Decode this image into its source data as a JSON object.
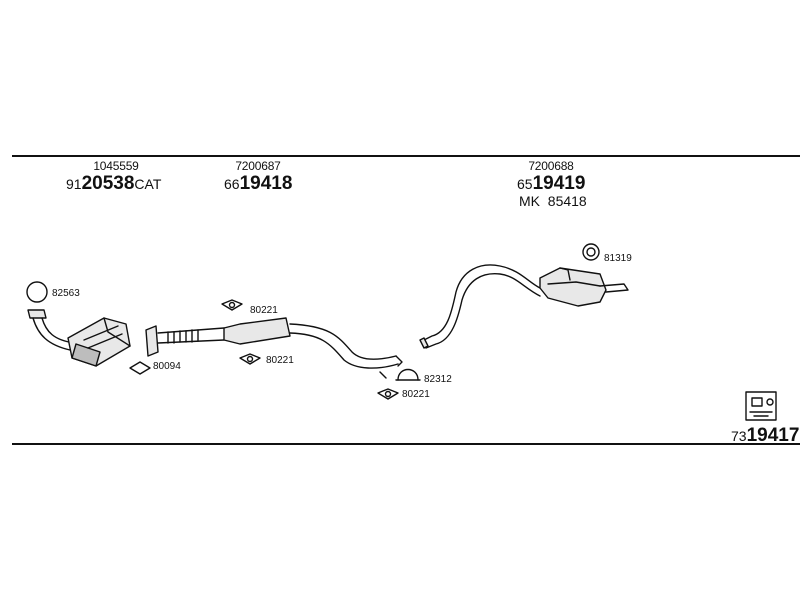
{
  "groups": [
    {
      "ref": "1045559",
      "code_prefix": "91",
      "code_main": "20538",
      "code_suffix": "CAT"
    },
    {
      "ref": "7200687",
      "code_prefix": "66",
      "code_main": "19418"
    },
    {
      "ref": "7200688",
      "code_prefix": "65",
      "code_main": "19419",
      "extra": "MK  85418"
    }
  ],
  "parts": {
    "ring_82563": "82563",
    "gasket_80094": "80094",
    "clamp_80221_a": "80221",
    "clamp_80221_b": "80221",
    "clamp_80221_c": "80221",
    "clamp_82312": "82312",
    "ring_81319": "81319"
  },
  "kit": {
    "prefix": "73",
    "main": "19417",
    "icon": "mounting-kit-icon"
  },
  "colors": {
    "line": "#111111",
    "fill_light": "#e8e8e8",
    "fill_mid": "#bdbdbd"
  }
}
